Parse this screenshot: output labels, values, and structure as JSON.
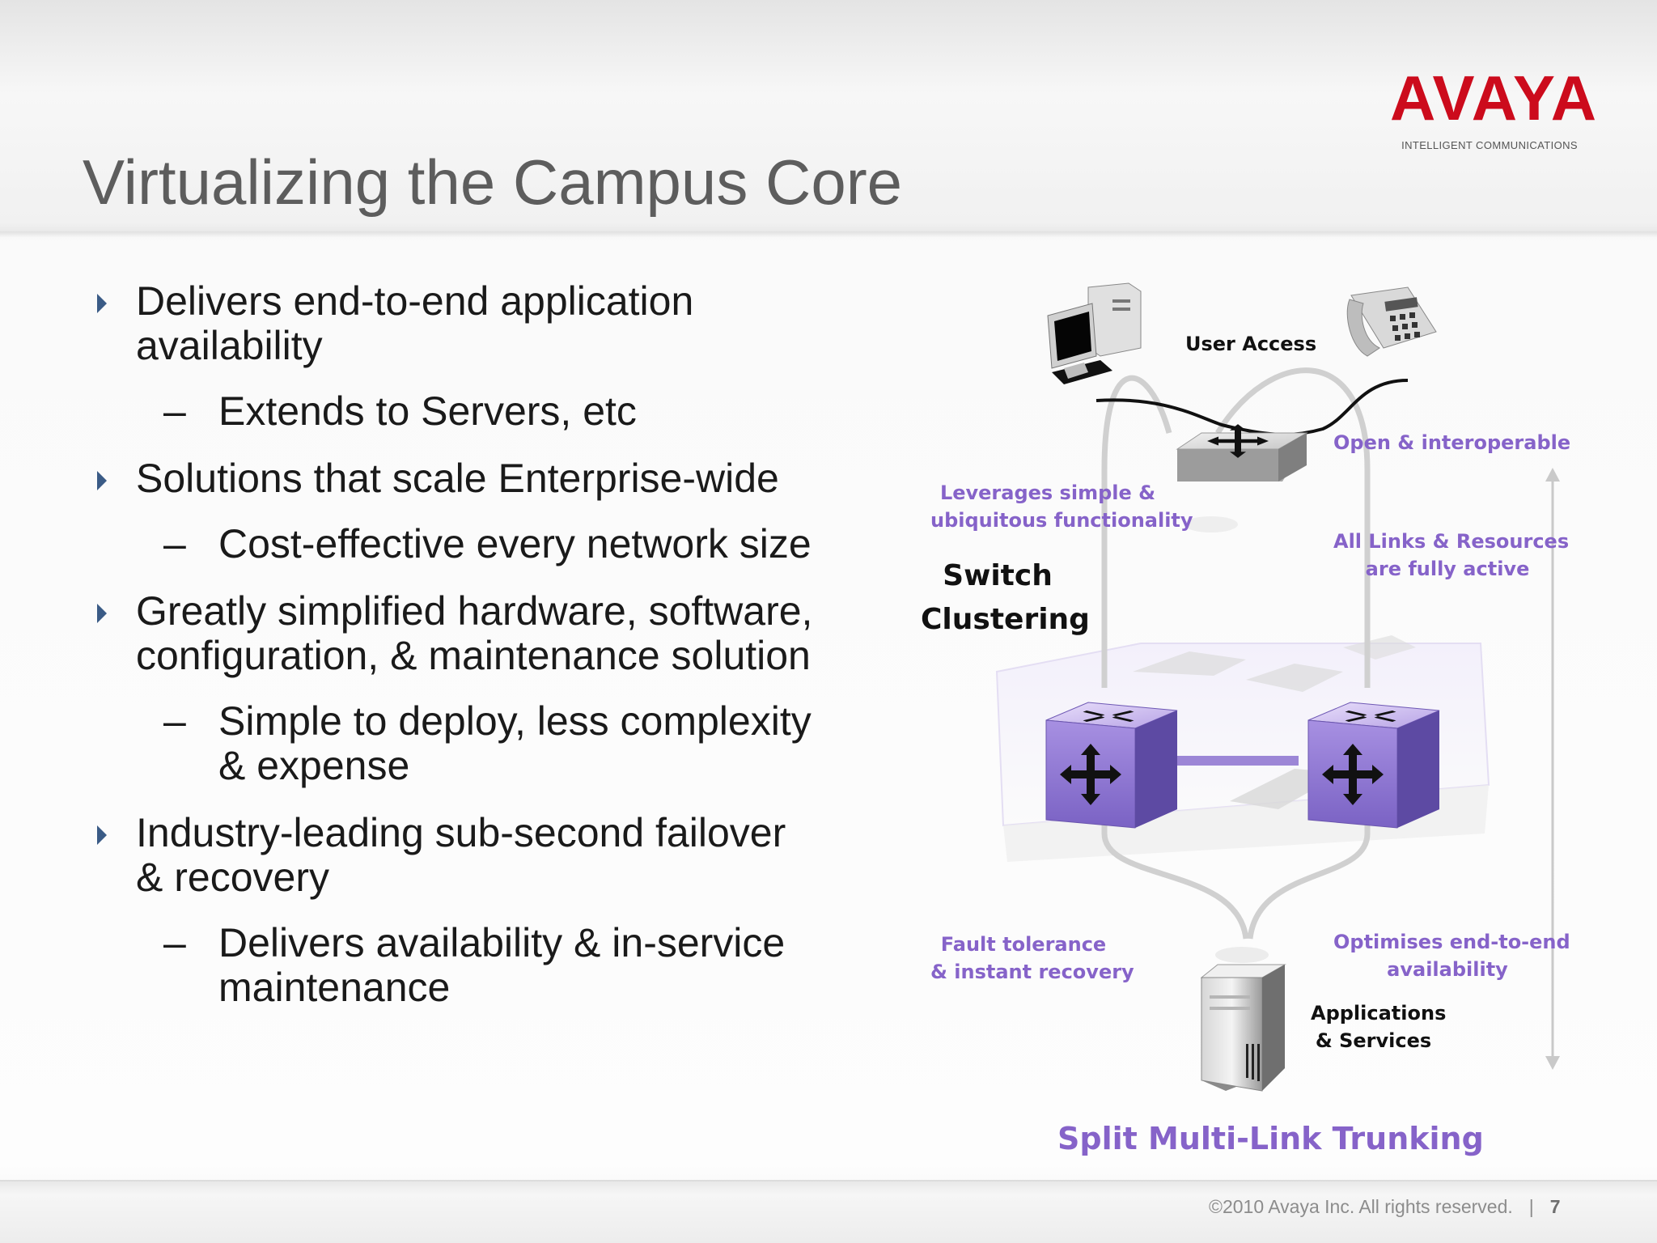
{
  "slide": {
    "title": "Virtualizing the Campus Core",
    "logo": {
      "wordmark": "AVAYA",
      "tagline": "INTELLIGENT COMMUNICATIONS",
      "color": "#cc0b1c"
    },
    "bullets": [
      {
        "text": "Delivers end-to-end application availability",
        "sub": "Extends to Servers, etc"
      },
      {
        "text": "Solutions that scale Enterprise-wide",
        "sub": "Cost-effective every network size"
      },
      {
        "text": "Greatly simplified hardware, software, configuration, & maintenance solution",
        "sub": "Simple to deploy, less complexity & expense"
      },
      {
        "text": "Industry-leading sub-second failover & recovery",
        "sub": "Delivers availability & in-service maintenance"
      }
    ]
  },
  "diagram": {
    "user_access": "User Access",
    "open_interoperable": "Open & interoperable",
    "leverages_line1": "Leverages simple &",
    "leverages_line2": "ubiquitous functionality",
    "all_links_line1": "All Links & Resources",
    "all_links_line2": "are fully active",
    "switch_clustering_line1": "Switch",
    "switch_clustering_line2": "Clustering",
    "fault_line1": "Fault tolerance",
    "fault_line2": "& instant recovery",
    "optimises_line1": "Optimises end-to-end",
    "optimises_line2": "availability",
    "apps_line1": "Applications",
    "apps_line2": "& Services",
    "caption": "Split Multi-Link Trunking",
    "icons": [
      "desktop-computer-icon",
      "desk-phone-icon",
      "edge-switch-icon",
      "core-switch-icon",
      "server-icon"
    ],
    "accent_color": "#8663c9",
    "switch_color": "#9c86d6"
  },
  "footer": {
    "copyright": "©2010 Avaya Inc.  All rights reserved.",
    "separator": "|",
    "page": "7"
  }
}
